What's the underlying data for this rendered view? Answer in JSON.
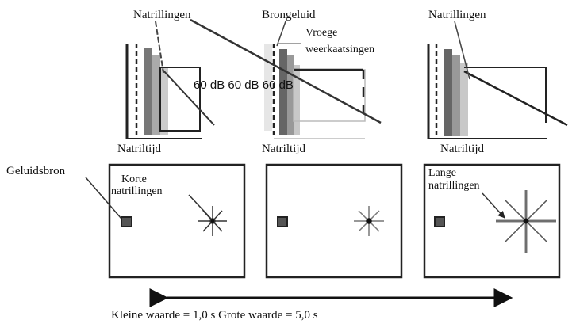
{
  "top": {
    "left_label": "Natrillingen",
    "middle_label": "Brongeluid",
    "middle_sub_label_1": "Vroege",
    "middle_sub_label_2": "weerkaatsingen",
    "right_label": "Natrillingen",
    "db_values": "60 dB 60 dB 60 dB",
    "axis_label_left": "Natriltijd",
    "axis_label_middle": "Natriltijd",
    "axis_label_right": "Natriltijd"
  },
  "bottom": {
    "source_label": "Geluidsbron",
    "short_label_1": "Korte",
    "short_label_2": "natrillingen",
    "long_label_1": "Lange",
    "long_label_2": "natrillingen"
  },
  "scale": {
    "caption": "Kleine waarde = 1,0 s Grote waarde = 5,0 s"
  }
}
